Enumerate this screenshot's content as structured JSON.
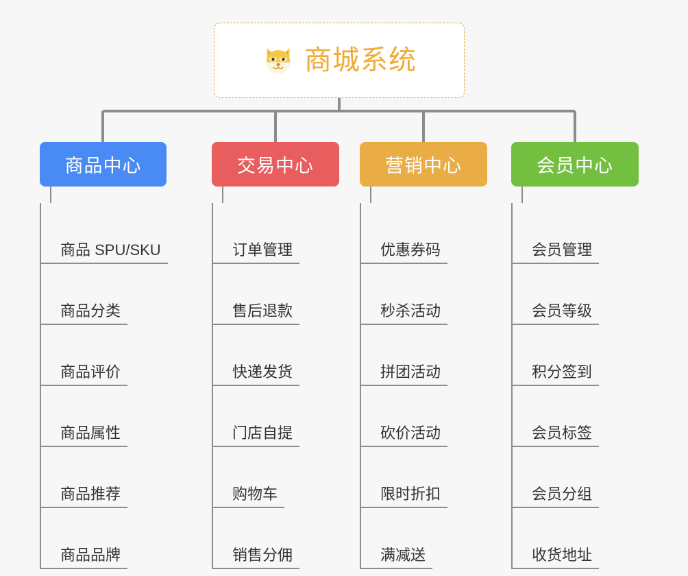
{
  "page": {
    "background_color": "#f7f7f7",
    "connector_color": "#8c8c8c",
    "leaf_text_color": "#333333"
  },
  "root": {
    "title": "商城系统",
    "icon": "shiba-dog-face-icon",
    "text_color": "#f0ab35",
    "border_color": "#e8a33d",
    "background_color": "#ffffff"
  },
  "columns": [
    {
      "header": "商品中心",
      "color": "#4a8af4",
      "items": [
        "商品 SPU/SKU",
        "商品分类",
        "商品评价",
        "商品属性",
        "商品推荐",
        "商品品牌"
      ]
    },
    {
      "header": "交易中心",
      "color": "#e85d5d",
      "items": [
        "订单管理",
        "售后退款",
        "快递发货",
        "门店自提",
        "购物车",
        "销售分佣"
      ]
    },
    {
      "header": "营销中心",
      "color": "#eaad45",
      "items": [
        "优惠券码",
        "秒杀活动",
        "拼团活动",
        "砍价活动",
        "限时折扣",
        "满减送"
      ]
    },
    {
      "header": "会员中心",
      "color": "#73c040",
      "items": [
        "会员管理",
        "会员等级",
        "积分签到",
        "会员标签",
        "会员分组",
        "收货地址"
      ]
    }
  ]
}
